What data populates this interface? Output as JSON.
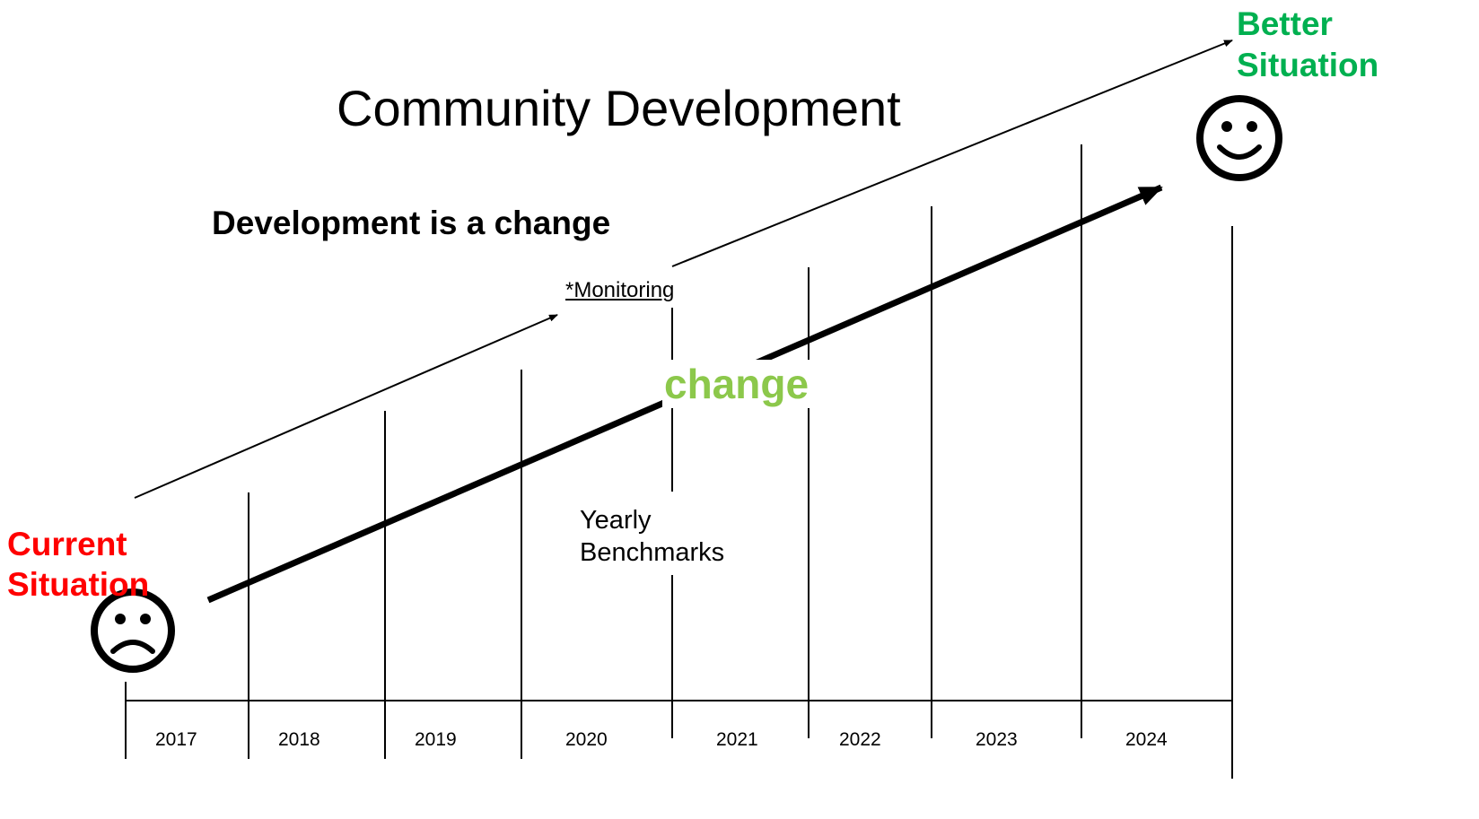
{
  "title": "Community Development",
  "subtitle": "Development is a change",
  "monitoring_label": "*Monitoring",
  "change_label": "change",
  "benchmarks": {
    "line1": "Yearly",
    "line2": "Benchmarks"
  },
  "start": {
    "line1": "Current",
    "line2": "Situation",
    "face": "sad-face-icon"
  },
  "end": {
    "line1": "Better",
    "line2": "Situation",
    "face": "smiley-face-icon"
  },
  "years": [
    "2017",
    "2018",
    "2019",
    "2020",
    "2021",
    "2022",
    "2023",
    "2024"
  ],
  "colors": {
    "current": "#ff0000",
    "better": "#00b050",
    "change": "#8cc84b"
  }
}
